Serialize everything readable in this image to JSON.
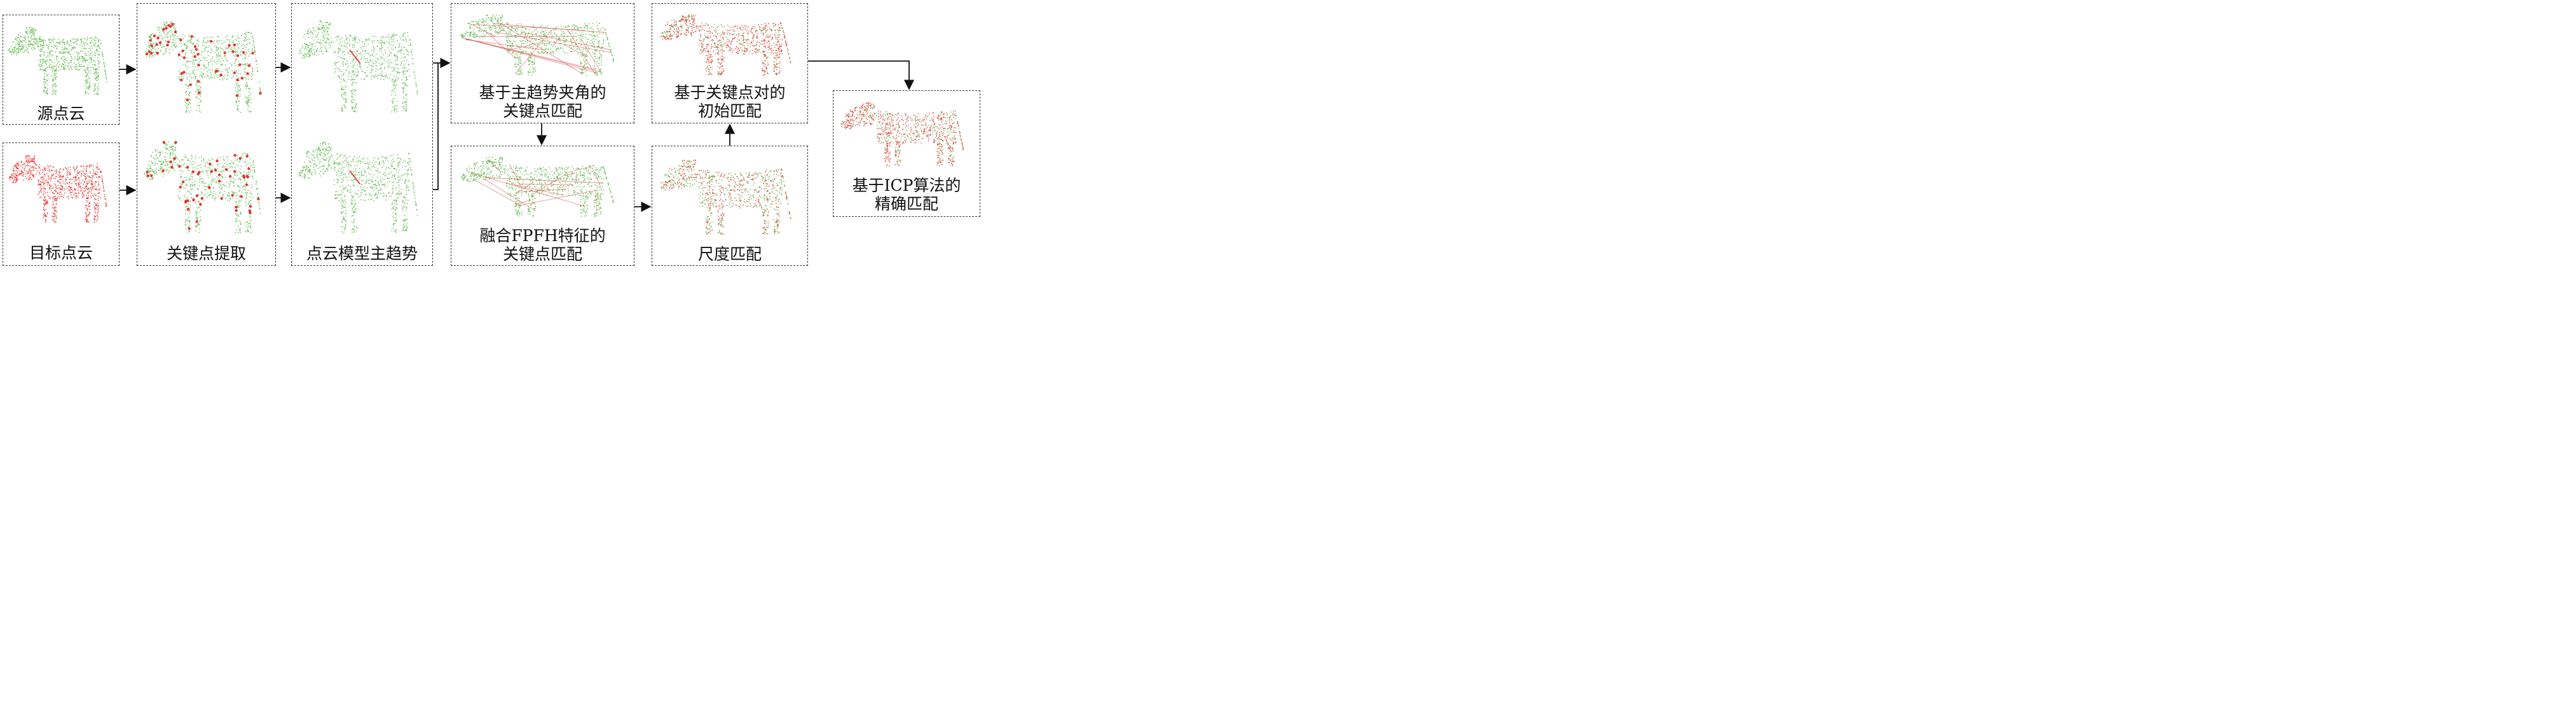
{
  "colors": {
    "source_green": "#62b84f",
    "target_red": "#e4342f",
    "match_line_red": "#d9534f",
    "arrow": "#111111"
  },
  "panels": {
    "source": {
      "caption": "源点云",
      "cloud": "green"
    },
    "target": {
      "caption": "目标点云",
      "cloud": "red"
    },
    "keypoints": {
      "caption": "关键点提取",
      "cloud": "green-with-red-keypoints"
    },
    "trend": {
      "caption": "点云模型主趋势",
      "cloud": "green-with-trend-line"
    },
    "angle_match": {
      "line1": "基于主趋势夹角的",
      "line2": "关键点匹配",
      "cloud": "green-with-match-lines"
    },
    "fpfh_match": {
      "line1": "融合FPFH特征的",
      "line2": "关键点匹配",
      "cloud": "green-with-match-lines"
    },
    "scale_match": {
      "caption": "尺度匹配",
      "cloud": "mixed"
    },
    "initial_match": {
      "line1": "基于关键点对的",
      "line2": "初始匹配",
      "cloud": "red-over-green"
    },
    "icp_match": {
      "line1": "基于ICP算法的",
      "line2": "精确匹配",
      "cloud": "red-over-green"
    }
  }
}
